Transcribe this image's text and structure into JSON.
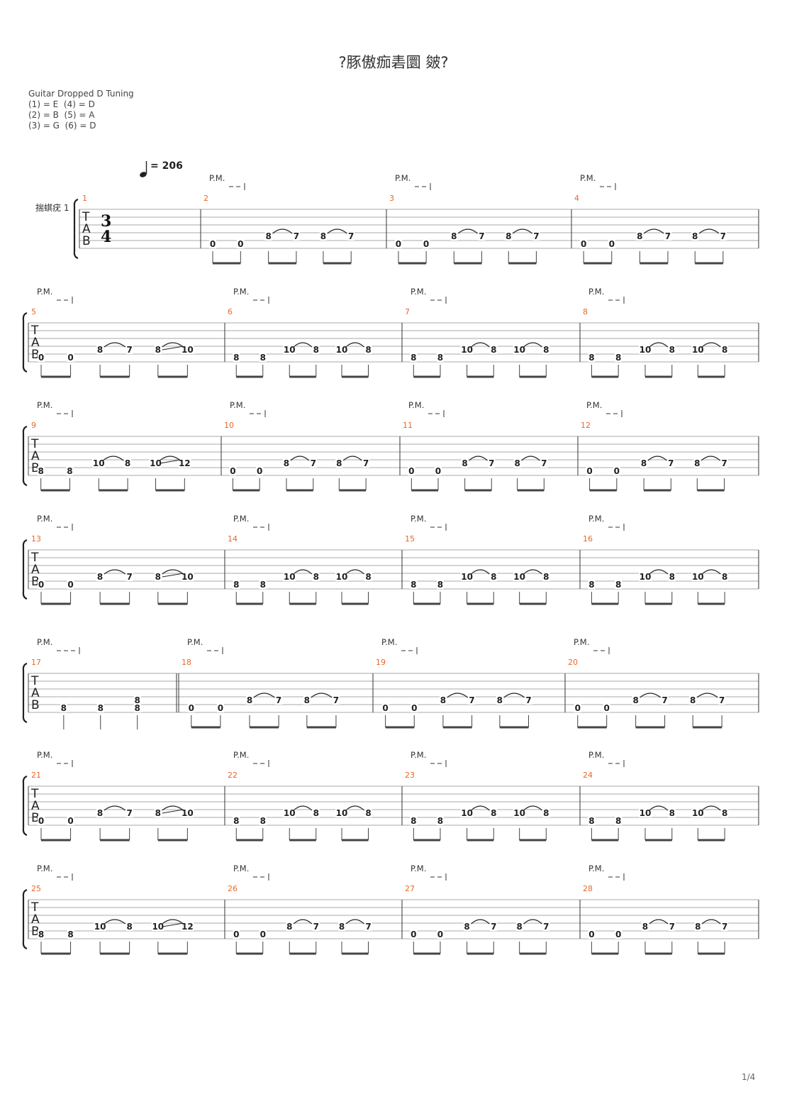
{
  "title": "?豚傲痂砉圜 皴?",
  "tuning": {
    "name": "Guitar Dropped D Tuning",
    "lines": [
      "(1) = E  (4) = D",
      "(2) = B  (5) = A",
      "(3) = G  (6) = D"
    ]
  },
  "instrument_label": "揣蜞疣 1",
  "tempo": "= 206",
  "time_signature": {
    "top": "3",
    "bottom": "4"
  },
  "tab_letters": [
    "T",
    "A",
    "B"
  ],
  "pm_label": "P.M.",
  "page_number": "1/4",
  "systems": [
    {
      "measures": [
        {
          "number": "1",
          "notes": []
        },
        {
          "number": "2",
          "pm": true,
          "pattern": "0087"
        },
        {
          "number": "3",
          "pm": true,
          "pattern": "0087"
        },
        {
          "number": "4",
          "pm": true,
          "pattern": "0087"
        }
      ]
    },
    {
      "measures": [
        {
          "number": "5",
          "pm": true,
          "pattern": "0087slide10"
        },
        {
          "number": "6",
          "pm": true,
          "pattern": "88108"
        },
        {
          "number": "7",
          "pm": true,
          "pattern": "88108"
        },
        {
          "number": "8",
          "pm": true,
          "pattern": "88108"
        }
      ]
    },
    {
      "measures": [
        {
          "number": "9",
          "pm": true,
          "pattern": "88108slide12"
        },
        {
          "number": "10",
          "pm": true,
          "pattern": "0087"
        },
        {
          "number": "11",
          "pm": true,
          "pattern": "0087"
        },
        {
          "number": "12",
          "pm": true,
          "pattern": "0087"
        }
      ]
    },
    {
      "measures": [
        {
          "number": "13",
          "pm": true,
          "pattern": "0087slide10"
        },
        {
          "number": "14",
          "pm": true,
          "pattern": "88108"
        },
        {
          "number": "15",
          "pm": true,
          "pattern": "88108"
        },
        {
          "number": "16",
          "pm": true,
          "pattern": "88108"
        }
      ]
    },
    {
      "measures": [
        {
          "number": "17",
          "pm": true,
          "pattern": "888"
        },
        {
          "number": "18",
          "pm": true,
          "pattern": "0087"
        },
        {
          "number": "19",
          "pm": true,
          "pattern": "0087"
        },
        {
          "number": "20",
          "pm": true,
          "pattern": "0087"
        }
      ]
    },
    {
      "measures": [
        {
          "number": "21",
          "pm": true,
          "pattern": "0087slide10"
        },
        {
          "number": "22",
          "pm": true,
          "pattern": "88108"
        },
        {
          "number": "23",
          "pm": true,
          "pattern": "88108"
        },
        {
          "number": "24",
          "pm": true,
          "pattern": "88108"
        }
      ]
    },
    {
      "measures": [
        {
          "number": "25",
          "pm": true,
          "pattern": "88108slide12"
        },
        {
          "number": "26",
          "pm": true,
          "pattern": "0087"
        },
        {
          "number": "27",
          "pm": true,
          "pattern": "0087"
        },
        {
          "number": "28",
          "pm": true,
          "pattern": "0087"
        }
      ]
    }
  ]
}
